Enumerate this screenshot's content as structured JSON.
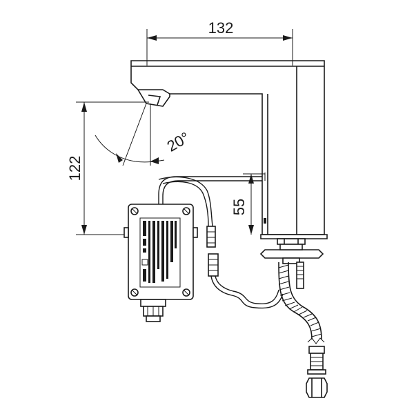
{
  "dimensions": {
    "spout_length": "132",
    "spout_height": "122",
    "sensor_height": "55",
    "spray_angle": "20°"
  }
}
